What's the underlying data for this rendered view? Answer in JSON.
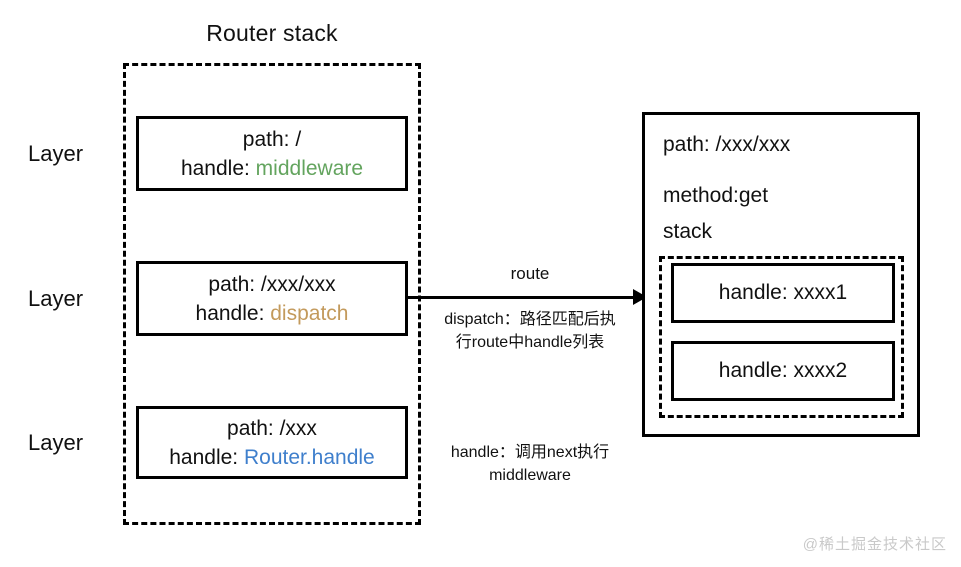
{
  "title": "Router stack",
  "layer_label": "Layer",
  "router_stack": {
    "layers": [
      {
        "layer_label": "Layer",
        "path_line": "path: /",
        "handle_prefix": "handle: ",
        "handle_value": "middleware",
        "handle_color": "#63a45e"
      },
      {
        "layer_label": "Layer",
        "path_line": "path: /xxx/xxx",
        "handle_prefix": "handle: ",
        "handle_value": "dispatch",
        "handle_color": "#c39a5c"
      },
      {
        "layer_label": "Layer",
        "path_line": "path: /xxx",
        "handle_prefix": "handle: ",
        "handle_value": "Router.handle",
        "handle_color": "#3f7fcc"
      }
    ]
  },
  "arrow": {
    "label": "route"
  },
  "annotations": {
    "dispatch_note_line1": "dispatch：路径匹配后执",
    "dispatch_note_line2": "行route中handle列表",
    "handle_note_line1": "handle：调用next执行",
    "handle_note_line2": "middleware"
  },
  "route_panel": {
    "path": "path: /xxx/xxx",
    "method": "method:get",
    "stack_label": "stack",
    "stack_handles": [
      "handle: xxxx1",
      "handle: xxxx2"
    ]
  },
  "watermark": "@稀土掘金技术社区",
  "colors": {
    "stroke": "#000000",
    "text": "#111111",
    "green": "#63a45e",
    "orange": "#c39a5c",
    "blue": "#3f7fcc",
    "watermark": "#c9c9c9",
    "background": "#ffffff"
  }
}
